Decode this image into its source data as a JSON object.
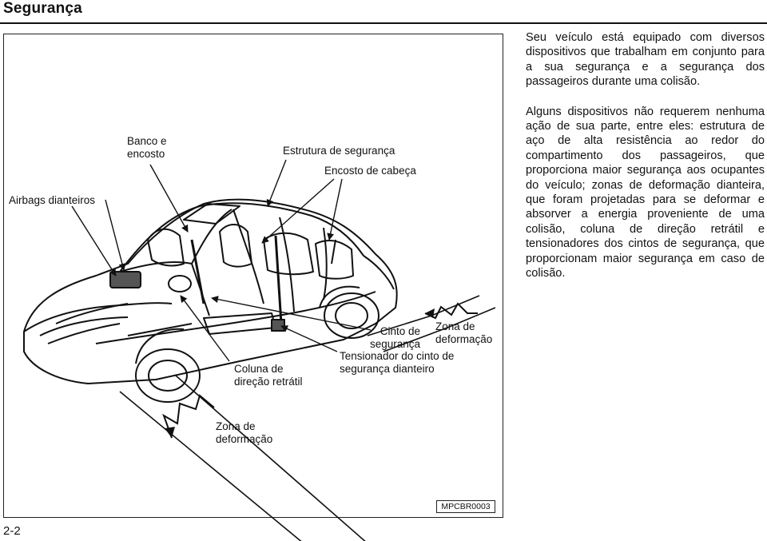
{
  "page": {
    "title": "Segurança",
    "page_number": "2-2",
    "figure_code": "MPCBR0003"
  },
  "figure": {
    "labels": {
      "airbags": "Airbags dianteiros",
      "seat": "Banco e\nencosto",
      "structure": "Estrutura de segurança",
      "headrest": "Encosto de cabeça",
      "steering": "Coluna de\ndireção retrátil",
      "belt": "Cinto de\nsegurança",
      "zone_rear": "Zona de\ndeformação",
      "tensioner": "Tensionador do cinto de\nsegurança dianteiro",
      "zone_front": "Zona de\ndeformação"
    }
  },
  "body_text": {
    "paragraph1": "Seu veículo está equipado com diversos dispositivos que trabalham em conjunto para a sua segurança e a segurança dos passageiros durante uma colisão.",
    "paragraph2": "Alguns dispositivos não requerem nenhuma ação de sua parte, entre eles: estrutura de aço de alta resistência ao redor do compartimento dos passageiros, que proporciona maior segurança aos ocupantes do veículo; zonas de deformação dianteira, que foram projetadas para se deformar e absorver a energia proveniente de uma colisão, coluna de direção retrátil e tensionadores dos cintos de segurança, que proporcionam maior segurança em caso de colisão."
  }
}
